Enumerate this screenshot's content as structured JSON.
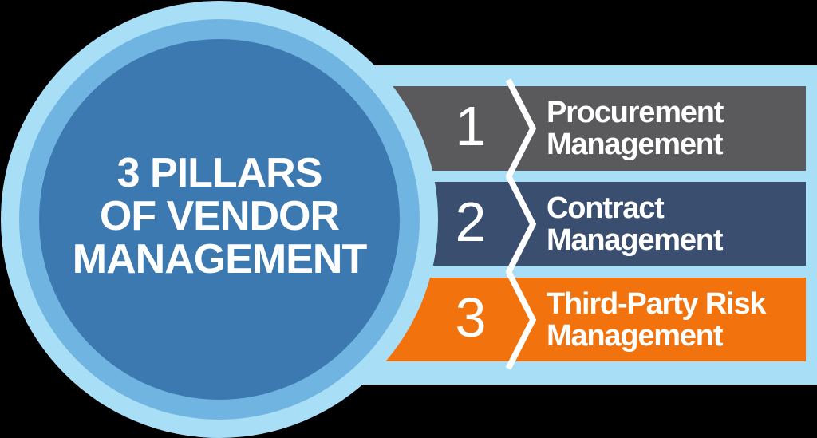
{
  "title": {
    "line1": "3 PILLARS",
    "line2": "OF VENDOR",
    "line3": "MANAGEMENT"
  },
  "pillars": [
    {
      "number": "1",
      "label_line1": "Procurement",
      "label_line2": "Management",
      "color": "#5A595B"
    },
    {
      "number": "2",
      "label_line1": "Contract",
      "label_line2": "Management",
      "color": "#3A4E6F"
    },
    {
      "number": "3",
      "label_line1": "Third-Party Risk",
      "label_line2": "Management",
      "color": "#F2720D"
    }
  ],
  "colors": {
    "background": "#000000",
    "panel_light_blue": "#A9DFF6",
    "ring_medium_blue": "#70B5E2",
    "circle_main_blue": "#3D79B1",
    "text_white": "#FFFFFF",
    "chevron_white": "#FFFFFF"
  }
}
